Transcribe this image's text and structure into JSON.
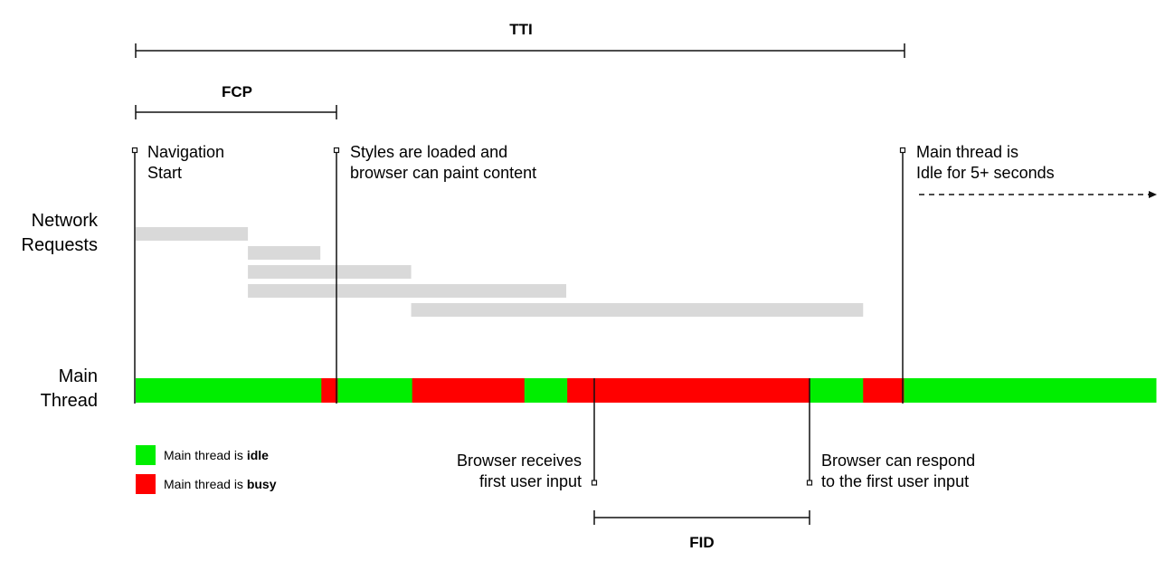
{
  "spans": {
    "tti": "TTI",
    "fcp": "FCP",
    "fid": "FID"
  },
  "row_labels": {
    "network_line1": "Network",
    "network_line2": "Requests",
    "main_line1": "Main",
    "main_line2": "Thread"
  },
  "events": {
    "nav_start": [
      "Navigation",
      "Start"
    ],
    "styles_loaded": [
      "Styles are loaded and",
      "browser can paint content"
    ],
    "main_idle": [
      "Main thread is",
      "Idle for 5+ seconds"
    ],
    "first_input": [
      "Browser receives",
      "first user input"
    ],
    "can_respond": [
      "Browser can respond",
      "to the first user input"
    ]
  },
  "legend": {
    "idle_prefix": "Main thread is ",
    "idle_word": "idle",
    "busy_prefix": "Main thread is ",
    "busy_word": "busy"
  },
  "colors": {
    "idle": "#00ee00",
    "busy": "#ff0000",
    "request": "#d9d9d9",
    "line": "#111111"
  },
  "timeline": {
    "end": 1000,
    "network_requests": [
      {
        "start": 0,
        "end": 110
      },
      {
        "start": 110,
        "end": 181
      },
      {
        "start": 110,
        "end": 270
      },
      {
        "start": 110,
        "end": 422
      },
      {
        "start": 270,
        "end": 713
      }
    ],
    "main_thread": [
      {
        "state": "idle",
        "start": 0,
        "end": 182
      },
      {
        "state": "busy",
        "start": 182,
        "end": 198
      },
      {
        "state": "idle",
        "start": 198,
        "end": 271
      },
      {
        "state": "busy",
        "start": 271,
        "end": 381
      },
      {
        "state": "idle",
        "start": 381,
        "end": 423
      },
      {
        "state": "busy",
        "start": 423,
        "end": 661
      },
      {
        "state": "idle",
        "start": 661,
        "end": 713
      },
      {
        "state": "busy",
        "start": 713,
        "end": 753
      },
      {
        "state": "idle",
        "start": 753,
        "end": 1000
      }
    ],
    "markers": {
      "nav_start": 0,
      "styles_loaded": 198,
      "first_input": 451,
      "can_respond": 661,
      "main_idle": 753
    }
  }
}
